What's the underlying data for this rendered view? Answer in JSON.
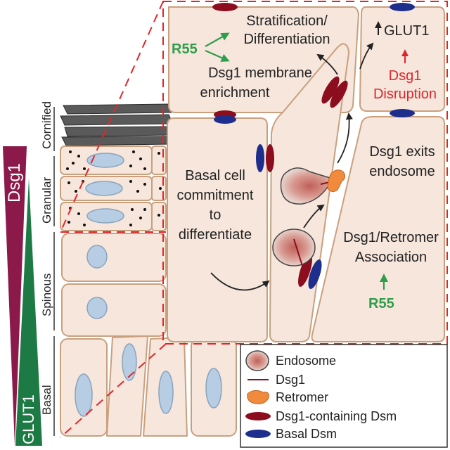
{
  "gradients": {
    "dsg1_label": "Dsg1",
    "glut1_label": "GLUT1",
    "dsg1_color": "#8b1a4a",
    "glut1_color": "#1e7a45"
  },
  "layers": {
    "cornified": "Cornified",
    "granular": "Granular",
    "spinous": "Spinous",
    "basal": "Basal"
  },
  "panel": {
    "stratification_line1": "Stratification/",
    "stratification_line2": "Differentiation",
    "r55_top": "R55",
    "dsg1_membrane_line1": "Dsg1 membrane",
    "dsg1_membrane_line2": "enrichment",
    "glut1_up": "GLUT1",
    "dsg1_disruption_line1": "Dsg1",
    "dsg1_disruption_line2": "Disruption",
    "basal_commit_line1": "Basal cell",
    "basal_commit_line2": "commitment",
    "basal_commit_line3": "to",
    "basal_commit_line4": "differentiate",
    "dsg1_exits_line1": "Dsg1 exits",
    "dsg1_exits_line2": "endosome",
    "retromer_assoc_line1": "Dsg1/Retromer",
    "retromer_assoc_line2": "Association",
    "r55_bottom": "R55"
  },
  "legend": {
    "items": [
      {
        "label": "Endosome",
        "icon": "endosome-icon"
      },
      {
        "label": "Dsg1",
        "icon": "dsg1-line-icon"
      },
      {
        "label": "Retromer",
        "icon": "retromer-icon"
      },
      {
        "label": "Dsg1-containing Dsm",
        "icon": "dsg1-dsm-icon"
      },
      {
        "label": "Basal Dsm",
        "icon": "basal-dsm-icon"
      }
    ]
  },
  "colors": {
    "cell_fill": "#f6e6dc",
    "cell_stroke": "#c9a07e",
    "dsm_red": "#8b0d1e",
    "dsm_blue": "#1d2e8c",
    "retromer": "#f08a3c",
    "arrow_green": "#2e9e4a",
    "text_red": "#e0262b",
    "dashed_red": "#e0262b",
    "cornified_gray": "#5a5a5a"
  }
}
